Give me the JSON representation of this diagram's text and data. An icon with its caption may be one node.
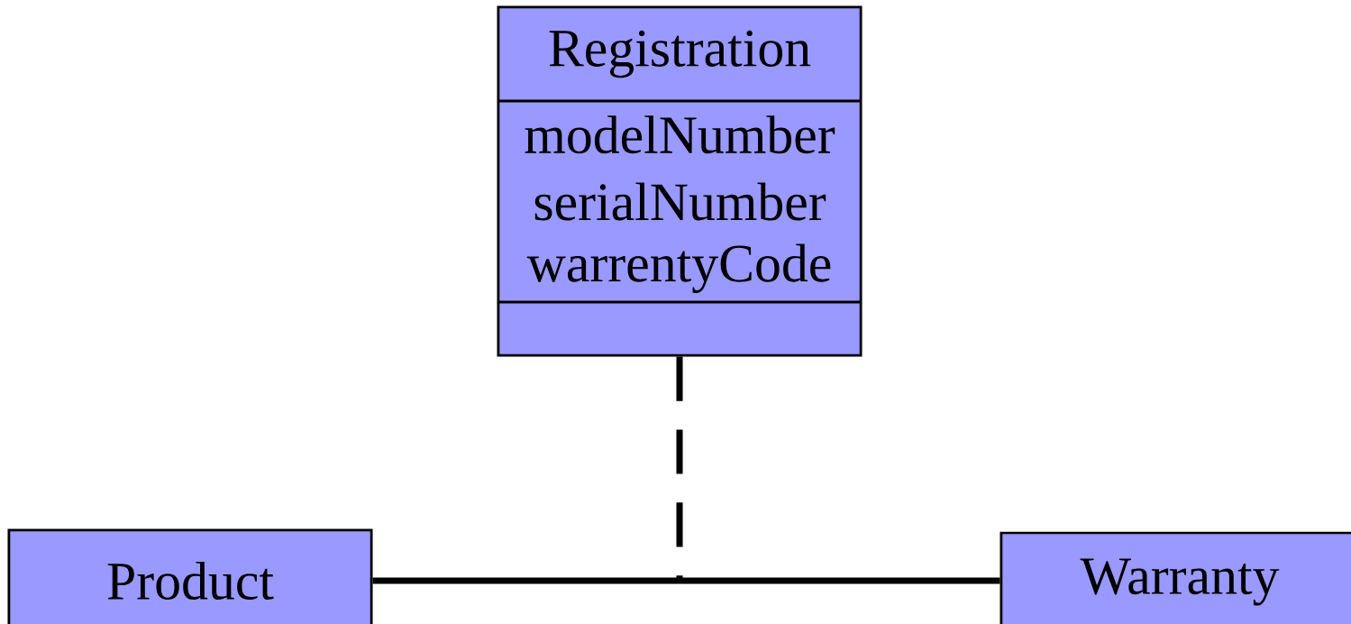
{
  "diagram": {
    "nodes": [
      {
        "text": [
          "Registration",
          "modelNumber",
          "serialNumber",
          "warrentyCode"
        ]
      },
      {
        "text": [
          "Product"
        ]
      },
      {
        "text": [
          "Warranty"
        ]
      }
    ],
    "edges": [
      {
        "from": 1,
        "to": 2,
        "arrow": "none"
      },
      {
        "from": 0,
        "to": null,
        "arrow": "none",
        "style": "dashed"
      }
    ]
  }
}
